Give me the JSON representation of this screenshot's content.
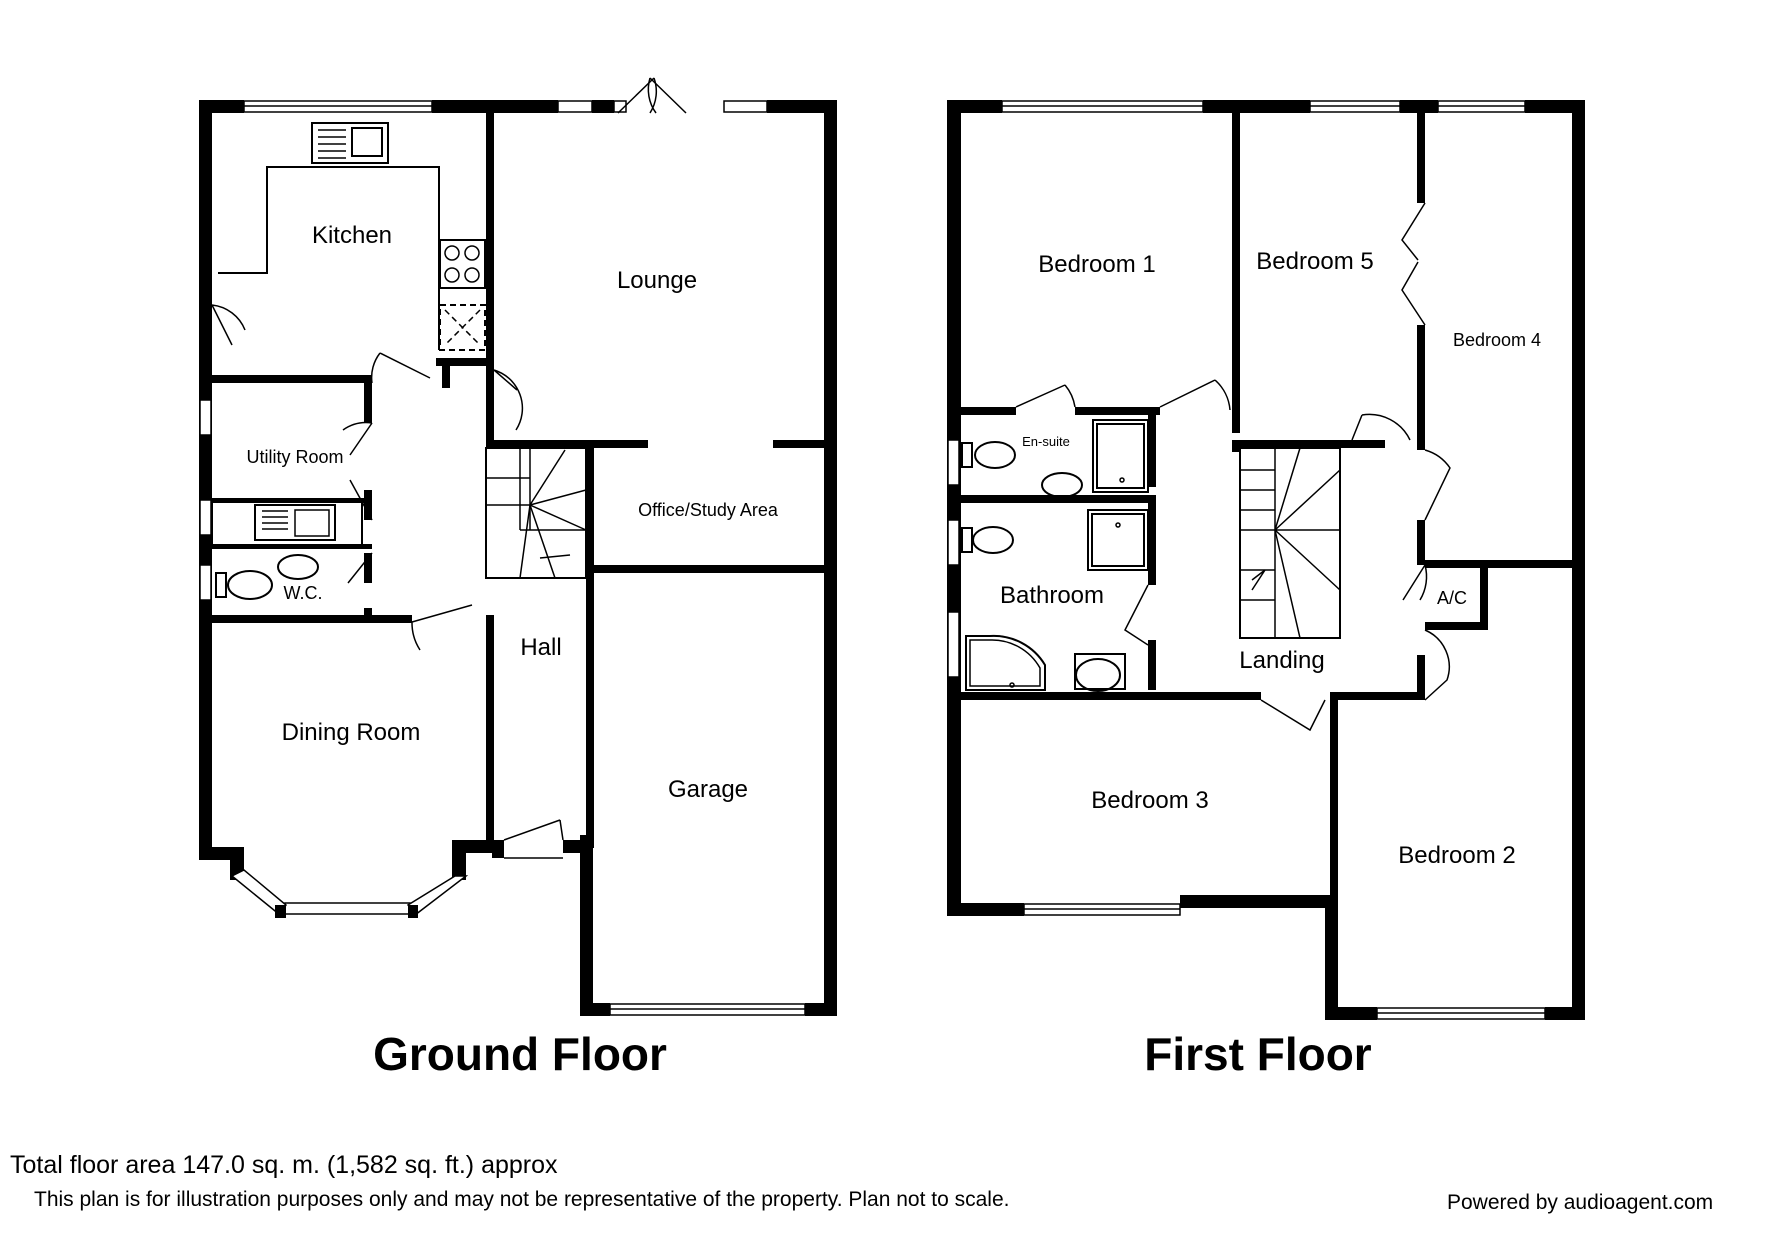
{
  "rooms": {
    "kitchen": "Kitchen",
    "lounge": "Lounge",
    "utility_room": "Utility Room",
    "office_study": "Office/Study Area",
    "wc": "W.C.",
    "hall": "Hall",
    "dining_room": "Dining Room",
    "garage": "Garage",
    "bedroom_1": "Bedroom 1",
    "bedroom_5": "Bedroom 5",
    "bedroom_4": "Bedroom 4",
    "en_suite": "En-suite",
    "bathroom": "Bathroom",
    "ac": "A/C",
    "landing": "Landing",
    "bedroom_3": "Bedroom 3",
    "bedroom_2": "Bedroom 2"
  },
  "floors": {
    "ground": "Ground Floor",
    "first": "First Floor"
  },
  "footer": {
    "total_area": "Total floor area 147.0 sq. m. (1,582 sq. ft.) approx",
    "disclaimer": "This plan is for illustration purposes only and may not be representative of the property. Plan not to scale.",
    "powered_by": "Powered by audioagent.com"
  },
  "colors": {
    "walls": "#000000",
    "background": "#ffffff"
  }
}
